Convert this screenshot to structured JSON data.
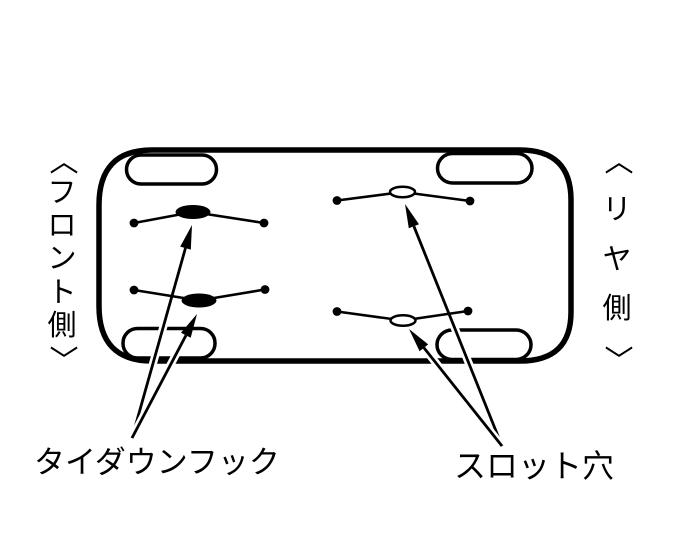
{
  "colors": {
    "ink": "#000000",
    "paper": "#ffffff"
  },
  "diagram": {
    "front_side_label": "〈フロント側〉",
    "rear_side_label": "〈リヤ側〉",
    "tiedown_hook_label": "タイダウンフック",
    "slot_hole_label": "スロット穴"
  }
}
